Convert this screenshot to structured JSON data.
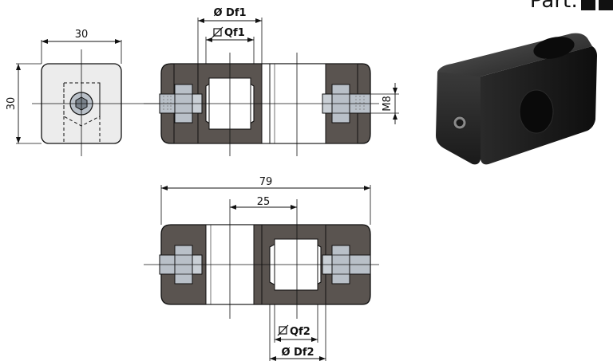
{
  "header": {
    "part_label": "Part:"
  },
  "dimensions": {
    "width_top": "30",
    "height_side": "30",
    "df1": "Ø Df1",
    "qf1": "Qf1",
    "thread": "M8",
    "overall_length": "79",
    "center_distance": "25",
    "qf2": "Qf2",
    "df2": "Ø Df2"
  },
  "colors": {
    "body_dark": "#5a5450",
    "body_light": "#ececec",
    "bolt": "#b9c0c8",
    "line": "#111111"
  }
}
